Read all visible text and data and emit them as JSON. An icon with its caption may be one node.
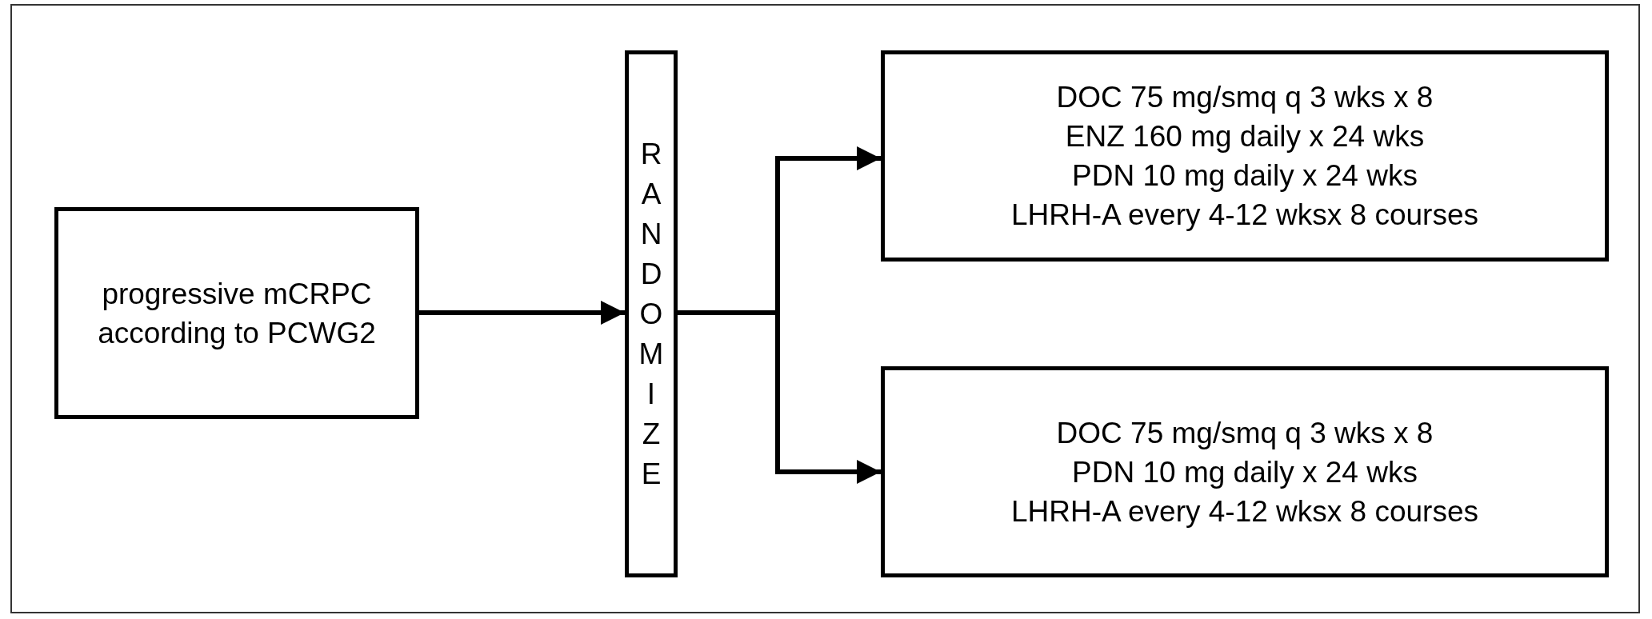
{
  "diagram": {
    "nodes": [
      {
        "text": [
          "progressive mCRPC according to PCWG2"
        ]
      },
      {
        "text": [
          "RANDOMIZE"
        ]
      },
      {
        "text": [
          "DOC 75 mg/smq q 3 wks x 8",
          "ENZ 160 mg daily x 24 wks",
          "PDN 10 mg daily x 24 wks",
          "LHRH-A every 4-12 wksx 8 courses"
        ]
      },
      {
        "text": [
          "DOC 75 mg/smq q 3 wks x 8",
          "PDN 10 mg daily x 24 wks",
          "LHRH-A every 4-12 wksx 8 courses"
        ]
      }
    ],
    "edges": [
      {
        "from": 0,
        "to": 1,
        "arrow": "to"
      },
      {
        "from": 1,
        "to": 2,
        "arrow": "to"
      },
      {
        "from": 1,
        "to": 3,
        "arrow": "to"
      }
    ]
  }
}
